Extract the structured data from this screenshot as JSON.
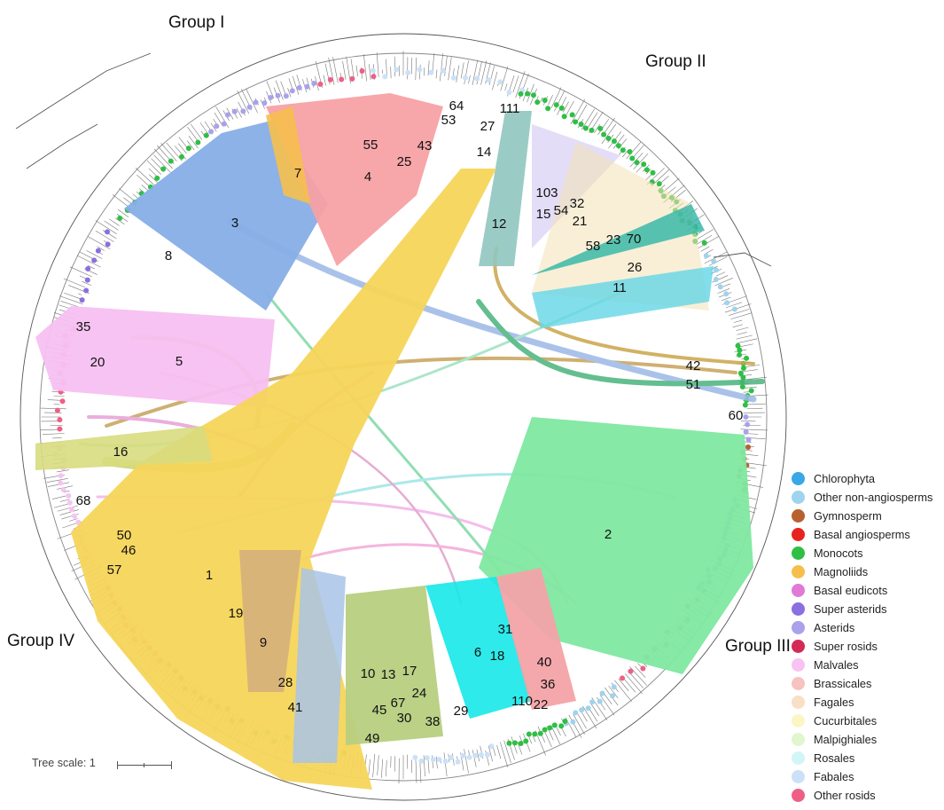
{
  "groups": {
    "g1": "Group I",
    "g2": "Group II",
    "g3": "Group III",
    "g4": "Group IV"
  },
  "clusters": [
    "3",
    "7",
    "4",
    "55",
    "25",
    "43",
    "53",
    "64",
    "27",
    "111",
    "14",
    "103",
    "15",
    "54",
    "32",
    "21",
    "12",
    "58",
    "23",
    "70",
    "26",
    "11",
    "8",
    "35",
    "20",
    "5",
    "42",
    "51",
    "60",
    "16",
    "2",
    "68",
    "50",
    "46",
    "57",
    "1",
    "19",
    "9",
    "28",
    "41",
    "10",
    "13",
    "17",
    "45",
    "67",
    "30",
    "24",
    "38",
    "49",
    "6",
    "18",
    "31",
    "40",
    "29",
    "110",
    "22",
    "36"
  ],
  "legend": [
    {
      "label": "Chlorophyta",
      "color": "#3aa7e6"
    },
    {
      "label": "Other non-angiosperms",
      "color": "#9fd3ee"
    },
    {
      "label": "Gymnosperm",
      "color": "#b8612e"
    },
    {
      "label": "Basal angiosperms",
      "color": "#e8231f"
    },
    {
      "label": "Monocots",
      "color": "#2fbf45"
    },
    {
      "label": "Magnoliids",
      "color": "#f6bf4d"
    },
    {
      "label": "Basal eudicots",
      "color": "#e07ad6"
    },
    {
      "label": "Super asterids",
      "color": "#8a6fe0"
    },
    {
      "label": "Asterids",
      "color": "#a9a2ea"
    },
    {
      "label": "Super rosids",
      "color": "#d42a58"
    },
    {
      "label": "Malvales",
      "color": "#f8c2f2"
    },
    {
      "label": "Brassicales",
      "color": "#f6c3c1"
    },
    {
      "label": "Fagales",
      "color": "#f9dfc6"
    },
    {
      "label": "Cucurbitales",
      "color": "#fbf6c6"
    },
    {
      "label": "Malpighiales",
      "color": "#dff6cf"
    },
    {
      "label": "Rosales",
      "color": "#d1f6f5"
    },
    {
      "label": "Fabales",
      "color": "#cbe1f7"
    },
    {
      "label": "Other rosids",
      "color": "#ee5f86"
    }
  ],
  "scale": {
    "label": "Tree scale: 1"
  }
}
